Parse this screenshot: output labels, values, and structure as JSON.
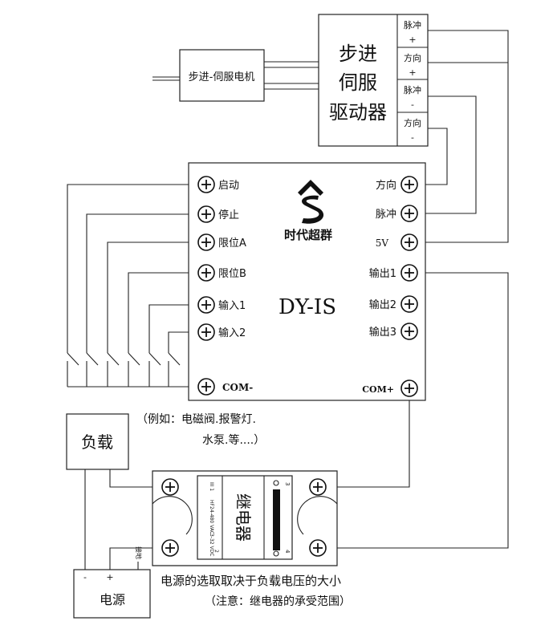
{
  "driver": {
    "title_lines": [
      "步进",
      "伺服",
      "驱动器"
    ],
    "ports": [
      {
        "top": "脉冲",
        "bottom": "+"
      },
      {
        "top": "方向",
        "bottom": "+"
      },
      {
        "top": "脉冲",
        "bottom": "-"
      },
      {
        "top": "方向",
        "bottom": "-"
      }
    ]
  },
  "motor": {
    "label": "步进-伺服电机"
  },
  "controller": {
    "brand": "时代超群",
    "model": "DY-IS",
    "left_terminals": [
      "启动",
      "停止",
      "限位A",
      "限位B",
      "输入1",
      "输入2"
    ],
    "right_terminals": [
      "方向",
      "脉冲",
      "5V",
      "输出1",
      "输出2",
      "输出3"
    ],
    "com_minus": "COM-",
    "com_plus": "COM+"
  },
  "load": {
    "label": "负载",
    "example_line1": "（例如：电磁阀.报警灯.",
    "example_line2": "水泵.等....）"
  },
  "relay": {
    "label": "继电器",
    "small_text": [
      "III 1",
      "2",
      "3",
      "4",
      "HF",
      "24-480 VAC",
      "3-32 VDC"
    ]
  },
  "power": {
    "label": "电源",
    "minus": "-",
    "plus": "+",
    "ground_label": "接地"
  },
  "notes": {
    "line1": "电源的选取取决于负载电压的大小",
    "line2": "（注意：继电器的承受范围）"
  },
  "colors": {
    "line": "#222222",
    "background": "#ffffff"
  }
}
